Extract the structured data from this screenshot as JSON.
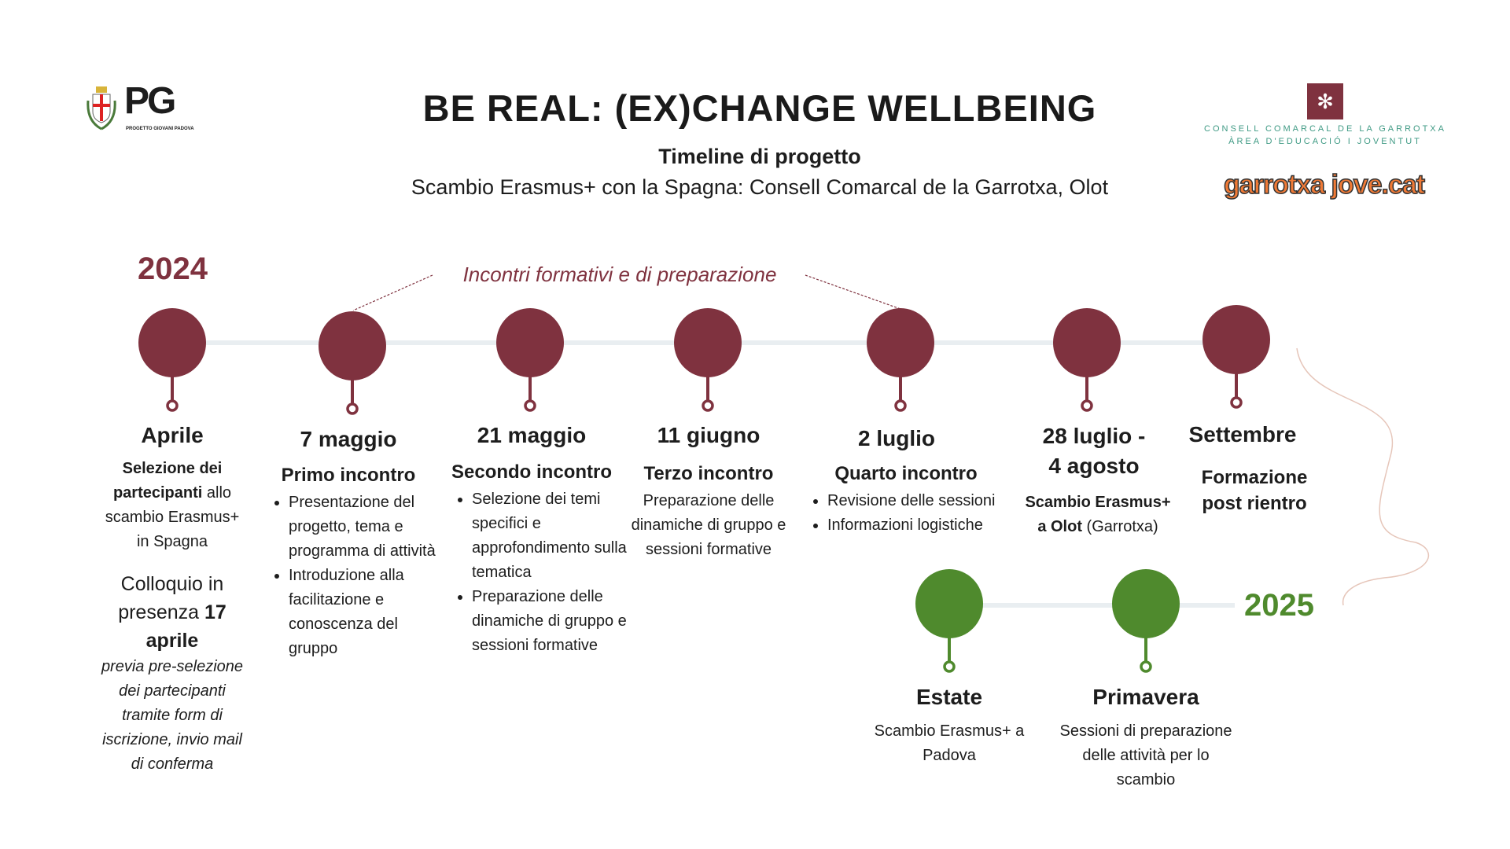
{
  "header": {
    "title": "BE REAL: (EX)CHANGE WELLBEING",
    "subtitle": "Timeline di progetto",
    "subline": "Scambio Erasmus+ con la Spagna: Consell Comarcal de la Garrotxa, Olot"
  },
  "logos": {
    "left_text": "PROGETTO GIOVANI PADOVA",
    "left_mark": "PG",
    "right_line1": "CONSELL COMARCAL DE LA GARROTXA",
    "right_line2": "ÀREA D'EDUCACIÓ I JOVENTUT",
    "right_web": "garrotxa jove.cat"
  },
  "colors": {
    "maroon": "#7f323f",
    "green": "#4f8a2d",
    "line": "#e9eef1"
  },
  "timeline": {
    "year_2024": "2024",
    "year_2025": "2025",
    "callout": "Incontri formativi e di preparazione",
    "aprile": {
      "heading": "Aprile",
      "sel_bold": "Selezione dei partecipanti",
      "sel_rest": " allo scambio Erasmus+ in Spagna",
      "colloquio": "Colloquio in presenza ",
      "colloquio_bold": "17 aprile",
      "note": "previa pre-selezione dei partecipanti tramite form di iscrizione, invio mail di conferma"
    },
    "maggio7": {
      "heading": "7 maggio",
      "sub": "Primo incontro",
      "bullets": [
        "Presentazione del progetto, tema e programma di attività",
        "Introduzione alla facilitazione e conoscenza del gruppo"
      ]
    },
    "maggio21": {
      "heading": "21 maggio",
      "sub": "Secondo incontro",
      "bullets": [
        "Selezione dei temi specifici e approfondimento sulla tematica",
        "Preparazione delle dinamiche di gruppo e sessioni formative"
      ]
    },
    "giugno11": {
      "heading": "11 giugno",
      "sub": "Terzo incontro",
      "text": "Preparazione delle dinamiche di gruppo e sessioni formative"
    },
    "luglio2": {
      "heading": "2 luglio",
      "sub": "Quarto incontro",
      "bullets": [
        "Revisione delle sessioni",
        "Informazioni logistiche"
      ]
    },
    "luglio28": {
      "heading1": "28 luglio -",
      "heading2": "4 agosto",
      "text_bold": "Scambio Erasmus+ a Olot",
      "text_rest": " (Garrotxa)"
    },
    "settembre": {
      "heading": "Settembre",
      "sub": "Formazione post rientro"
    },
    "estate": {
      "heading": "Estate",
      "text": "Scambio Erasmus+ a Padova"
    },
    "primavera": {
      "heading": "Primavera",
      "text": "Sessioni di preparazione delle attività per lo scambio"
    }
  }
}
